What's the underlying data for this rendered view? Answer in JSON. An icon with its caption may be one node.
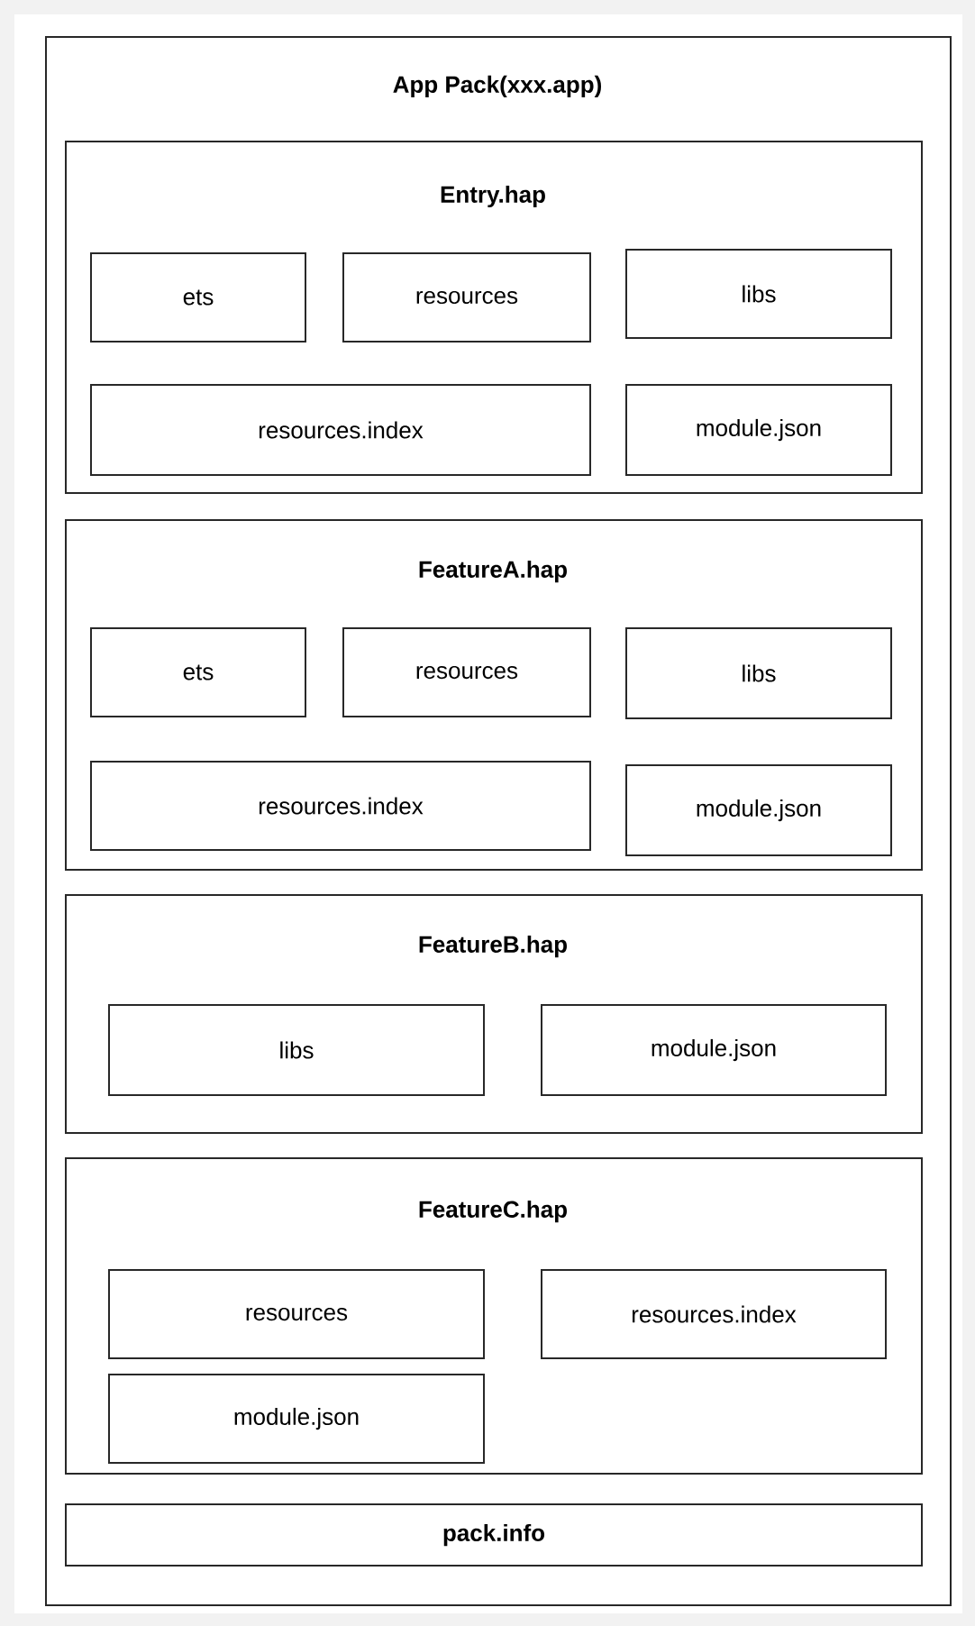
{
  "diagram": {
    "nodes": [
      {
        "text": [
          "App Pack(xxx.app)"
        ]
      },
      {
        "text": [
          "Entry.hap"
        ],
        "in": 0
      },
      {
        "text": [
          "ets"
        ],
        "in": 1
      },
      {
        "text": [
          "resources"
        ],
        "in": 1
      },
      {
        "text": [
          "libs"
        ],
        "in": 1
      },
      {
        "text": [
          "resources.index"
        ],
        "in": 1
      },
      {
        "text": [
          "module.json"
        ],
        "in": 1
      },
      {
        "text": [
          "FeatureA.hap"
        ],
        "in": 0
      },
      {
        "text": [
          "ets"
        ],
        "in": 7
      },
      {
        "text": [
          "resources"
        ],
        "in": 7
      },
      {
        "text": [
          "libs"
        ],
        "in": 7
      },
      {
        "text": [
          "resources.index"
        ],
        "in": 7
      },
      {
        "text": [
          "module.json"
        ],
        "in": 7
      },
      {
        "text": [
          "FeatureB.hap"
        ],
        "in": 0
      },
      {
        "text": [
          "libs"
        ],
        "in": 13
      },
      {
        "text": [
          "module.json"
        ],
        "in": 13
      },
      {
        "text": [
          "FeatureC.hap"
        ],
        "in": 0
      },
      {
        "text": [
          "resources"
        ],
        "in": 16
      },
      {
        "text": [
          "resources.index"
        ],
        "in": 16
      },
      {
        "text": [
          "module.json"
        ],
        "in": 16
      },
      {
        "text": [
          "pack.info"
        ],
        "in": 0
      }
    ]
  }
}
